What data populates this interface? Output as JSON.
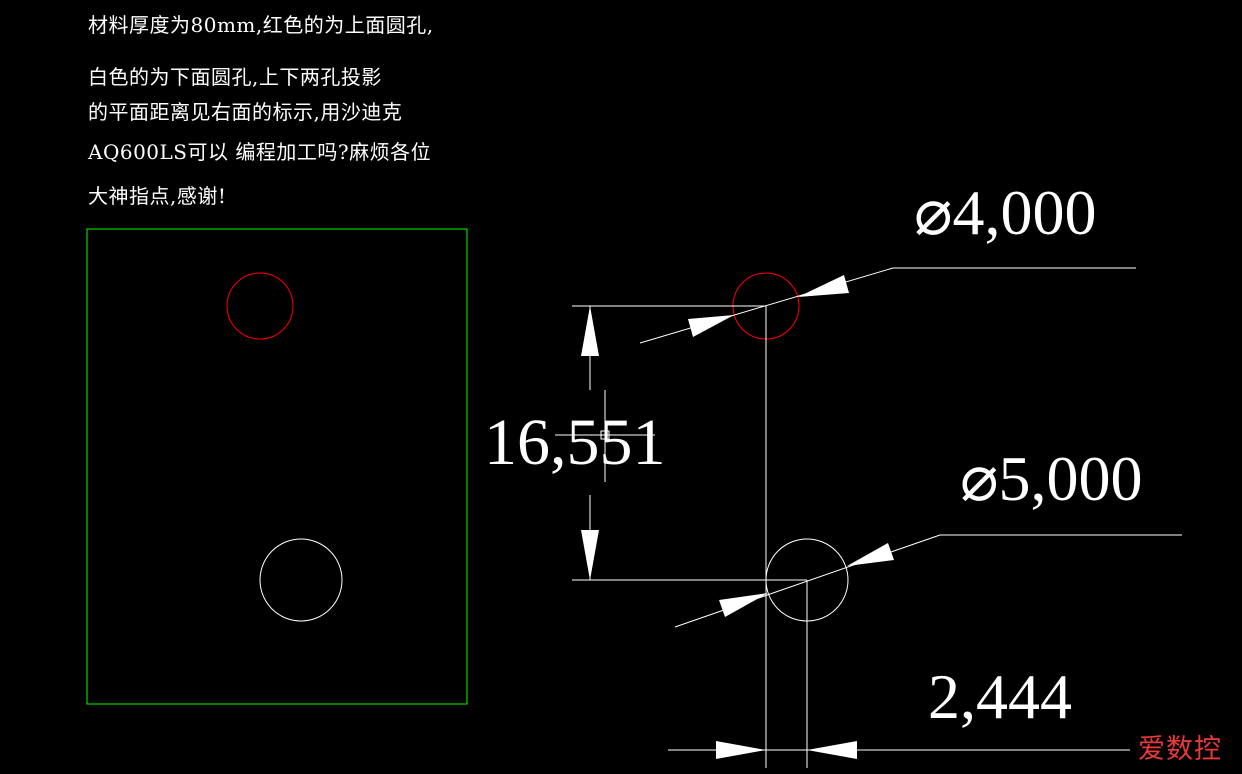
{
  "note": {
    "lines": [
      "材料厚度为80mm,红色的为上面圆孔,",
      "白色的为下面圆孔,上下两孔投影",
      "的平面距离见右面的标示,用沙迪克",
      "AQ600LS可以 编程加工吗?麻烦各位",
      "大神指点,感谢!"
    ]
  },
  "dimensions": {
    "top_hole_diameter": "⌀4,000",
    "bottom_hole_diameter": "⌀5,000",
    "vertical_distance": "16,551",
    "horizontal_offset": "2,444"
  },
  "colors": {
    "background": "#000000",
    "plate_outline": "#00ff00",
    "top_hole": "#ff0000",
    "bottom_hole": "#ffffff",
    "dimension_lines": "#ffffff",
    "watermark": "#e83a3a"
  },
  "watermark": "爱数控"
}
